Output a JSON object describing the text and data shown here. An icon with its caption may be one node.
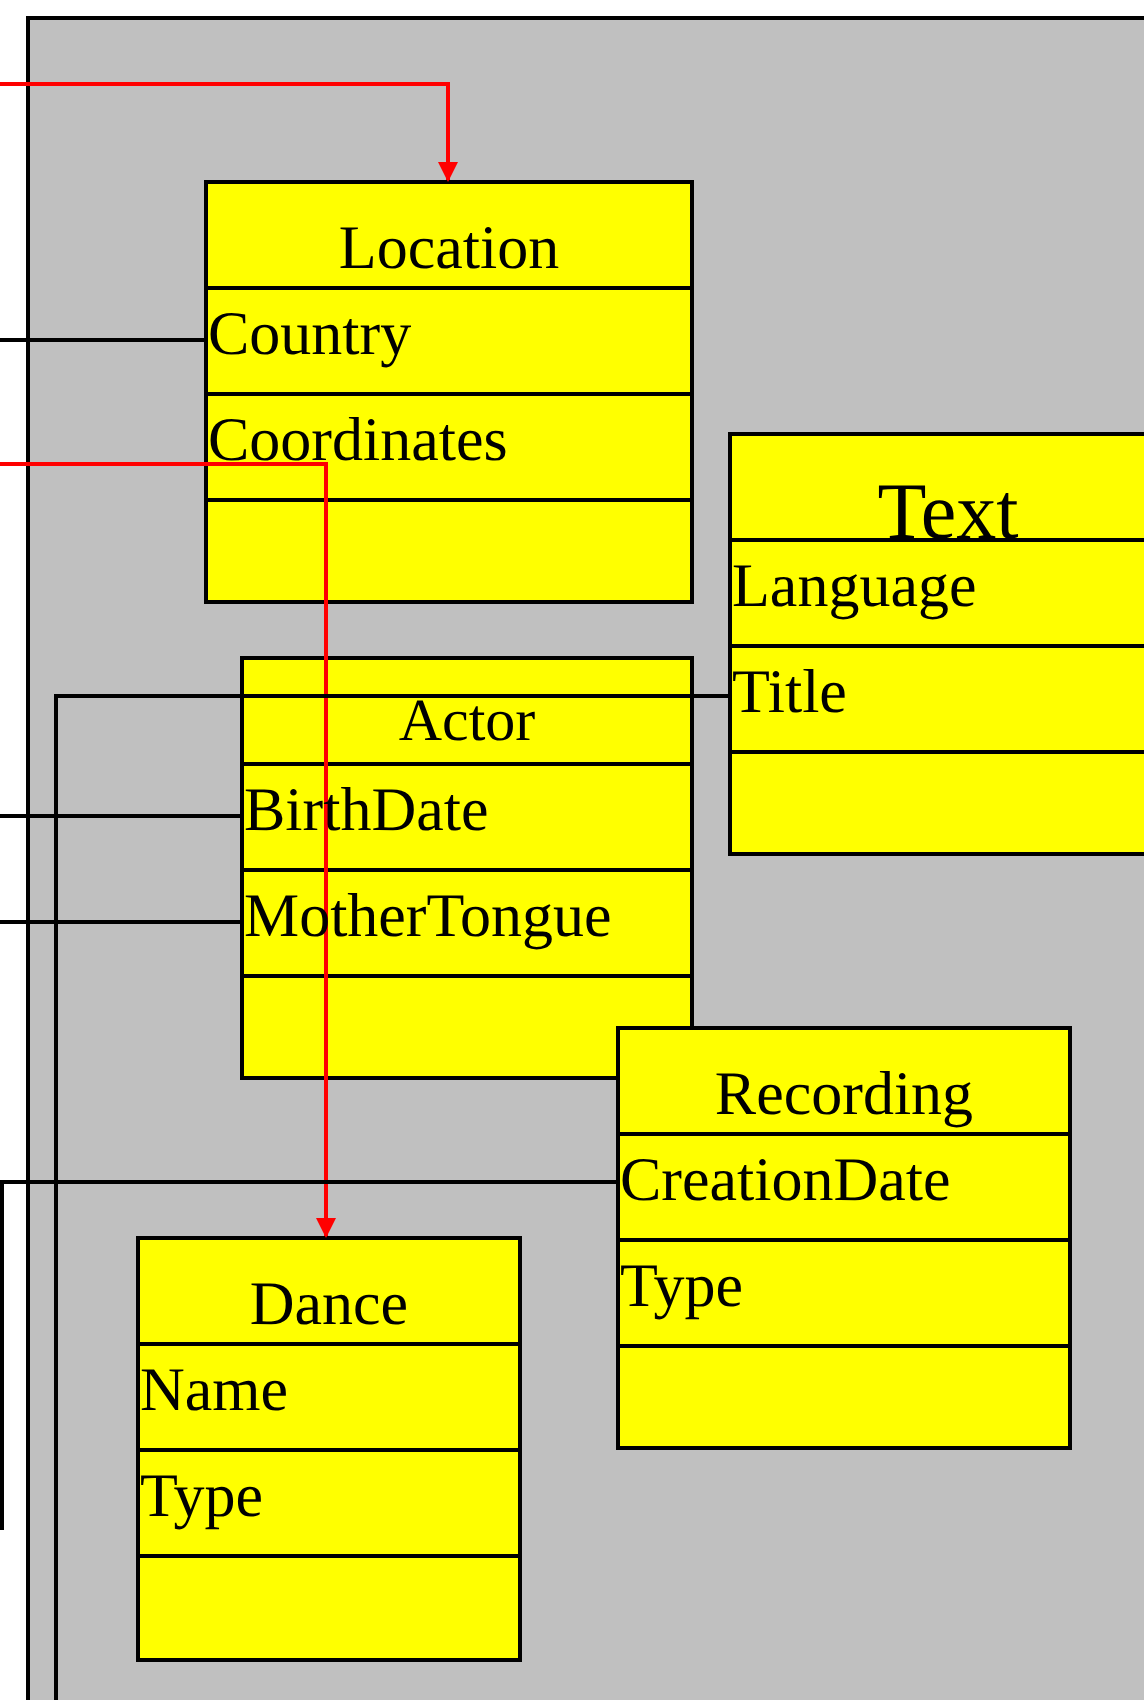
{
  "diagram": {
    "nodes": [
      {
        "text": [
          "Location"
        ]
      },
      {
        "text": [
          "Country"
        ],
        "in": 0
      },
      {
        "text": [
          "Coordinates"
        ],
        "in": 0
      },
      {
        "text": [
          "Text"
        ]
      },
      {
        "text": [
          "Language"
        ],
        "in": 3
      },
      {
        "text": [
          "Title"
        ],
        "in": 3
      },
      {
        "text": [
          "Actor"
        ]
      },
      {
        "text": [
          "BirthDate"
        ],
        "in": 6
      },
      {
        "text": [
          "MotherTongue"
        ],
        "in": 6
      },
      {
        "text": [
          "Recording"
        ]
      },
      {
        "text": [
          "CreationDate"
        ],
        "in": 9
      },
      {
        "text": [
          "Type"
        ],
        "in": 9
      },
      {
        "text": [
          "Dance"
        ]
      },
      {
        "text": [
          "Name"
        ],
        "in": 12
      },
      {
        "text": [
          "Type"
        ],
        "in": 12
      }
    ],
    "edges": [
      {
        "from": null,
        "to": 0,
        "arrow": "to",
        "color": "#ff0000"
      },
      {
        "from": null,
        "to": 1,
        "arrow": "none"
      },
      {
        "from": null,
        "to": 12,
        "arrow": "to",
        "color": "#ff0000"
      },
      {
        "from": 5,
        "to": null,
        "arrow": "none"
      },
      {
        "from": null,
        "to": 7,
        "arrow": "none"
      },
      {
        "from": null,
        "to": 8,
        "arrow": "none"
      },
      {
        "from": 10,
        "to": null,
        "arrow": "none"
      }
    ]
  }
}
